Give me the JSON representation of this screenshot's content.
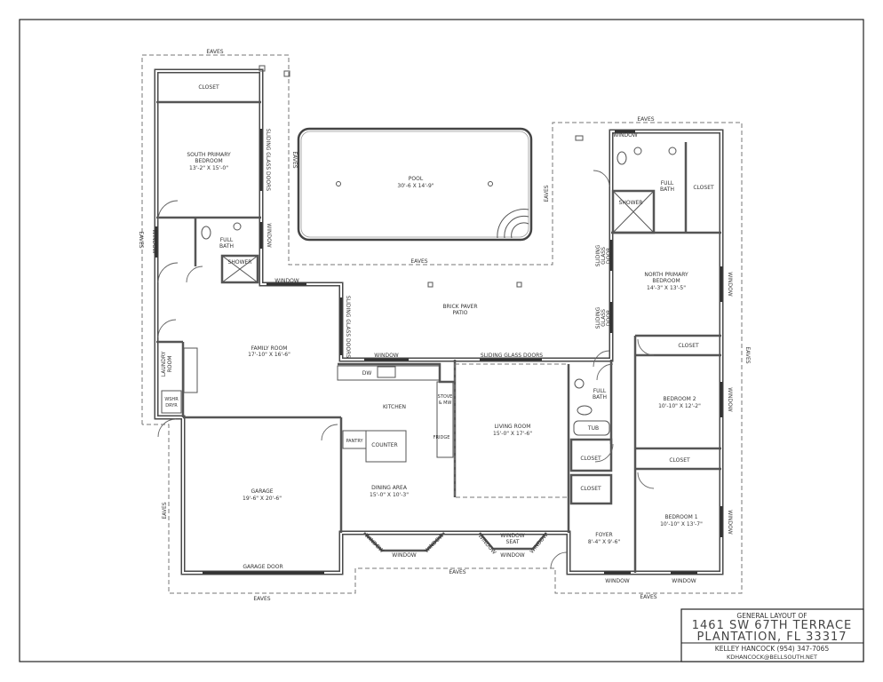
{
  "title_block": {
    "heading": "GENERAL LAYOUT OF",
    "address": "1461 SW 67TH TERRACE",
    "city": "PLANTATION, FL 33317",
    "contact": "KELLEY HANCOCK (954) 347-7065",
    "email": "KDHANCOCK@BELLSOUTH.NET"
  },
  "rooms": {
    "south_closet": "CLOSET",
    "south_primary_name1": "SOUTH PRIMARY",
    "south_primary_name2": "BEDROOM",
    "south_primary_dim": "13'-2\" X 15'-0\"",
    "south_bath1": "FULL",
    "south_bath2": "BATH",
    "south_shower": "SHOWER",
    "pool_name": "POOL",
    "pool_dim": "30'-6 X 14'-9\"",
    "patio1": "BRICK PAVER",
    "patio2": "PATIO",
    "family_name": "FAMILY ROOM",
    "family_dim": "17'-10\" X 16'-6\"",
    "laundry1": "LAUNDRY",
    "laundry2": "ROOM",
    "washer1": "WSHR",
    "washer2": "DRYR",
    "kitchen": "KITCHEN",
    "dw": "DW",
    "stove1": "STOVE",
    "stove2": "& MW",
    "fridge": "FRIDGE",
    "pantry": "PANTRY",
    "counter": "COUNTER",
    "living_name": "LIVING ROOM",
    "living_dim": "15'-0\" X 17'-6\"",
    "dining_name": "DINING AREA",
    "dining_dim": "15'-0\" X 10'-3\"",
    "window_seat1": "WINDOW",
    "window_seat2": "SEAT",
    "garage_name": "GARAGE",
    "garage_dim": "19'-6\" X 20'-6\"",
    "garage_door": "GARAGE DOOR",
    "north_bath1": "FULL",
    "north_bath2": "BATH",
    "north_closet": "CLOSET",
    "north_shower": "SHOWER",
    "north_primary_name1": "NORTH PRIMARY",
    "north_primary_name2": "BEDROOM",
    "north_primary_dim": "14'-3\" X 13'-5\"",
    "closet_a": "CLOSET",
    "bedroom2_name": "BEDROOM 2",
    "bedroom2_dim": "10'-10\" X 12'-2\"",
    "hall_bath1": "FULL",
    "hall_bath2": "BATH",
    "tub": "TUB",
    "closet_b": "CLOSET",
    "closet_c": "CLOSET",
    "closet_d": "CLOSET",
    "bedroom1_name": "BEDROOM 1",
    "bedroom1_dim": "10'-10\" X 13'-7\"",
    "foyer_name": "FOYER",
    "foyer_dim": "8'-4\" X 9'-6\""
  },
  "labels": {
    "eaves": "EAVES",
    "window": "WINDOW",
    "sliding_glass_doors": "SLIDING GLASS DOORS",
    "sliding": "SLIDING",
    "glass": "GLASS",
    "door": "DOOR"
  }
}
